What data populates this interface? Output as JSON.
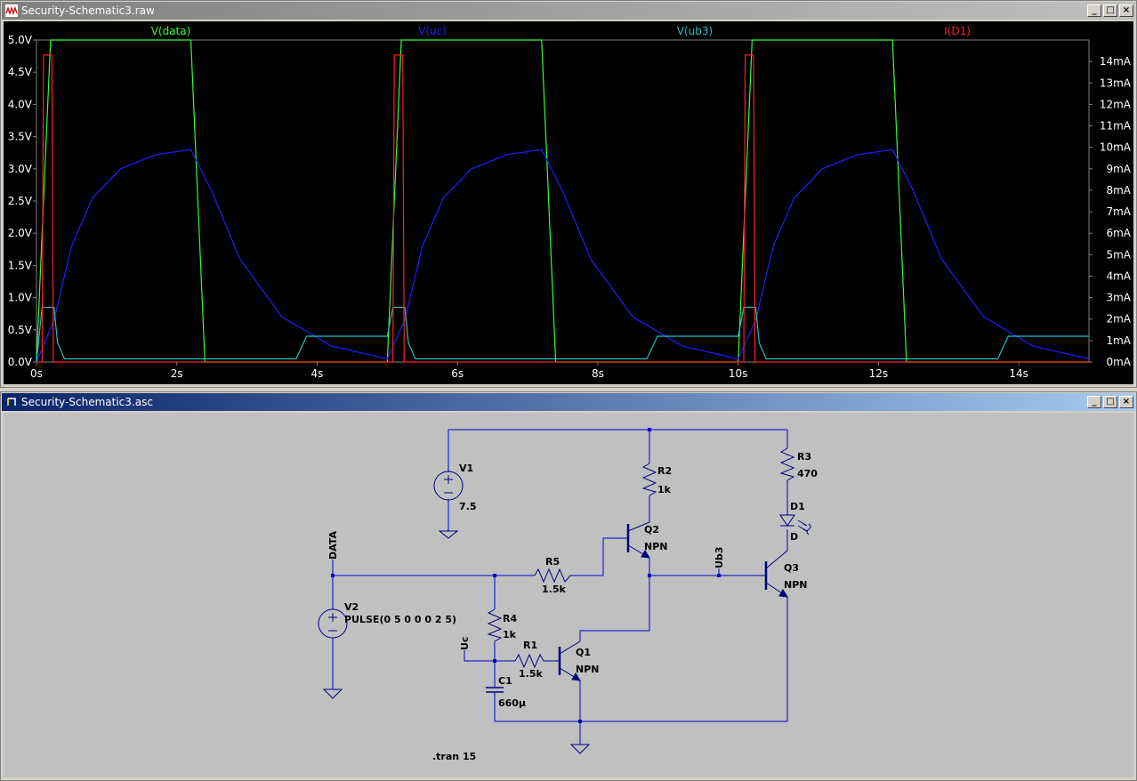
{
  "waveform_window": {
    "title": "Security-Schematic3.raw",
    "traces": [
      {
        "label": "V(data)",
        "color": "#33ff33"
      },
      {
        "label": "V(uc)",
        "color": "#2020ff"
      },
      {
        "label": "V(ub3)",
        "color": "#20c0c0"
      },
      {
        "label": "I(D1)",
        "color": "#ff2020"
      }
    ]
  },
  "schematic_window": {
    "title": "Security-Schematic3.asc",
    "components": {
      "v1": {
        "name": "V1",
        "value": "7.5"
      },
      "v2": {
        "name": "V2",
        "value": "PULSE(0 5 0 0 0 2 5)"
      },
      "r1": {
        "name": "R1",
        "value": "1.5k"
      },
      "r2": {
        "name": "R2",
        "value": "1k"
      },
      "r3": {
        "name": "R3",
        "value": "470"
      },
      "r4": {
        "name": "R4",
        "value": "1k"
      },
      "r5": {
        "name": "R5",
        "value": "1.5k"
      },
      "c1": {
        "name": "C1",
        "value": "660µ"
      },
      "d1": {
        "name": "D1",
        "value": "D"
      },
      "q1": {
        "name": "Q1",
        "value": "NPN"
      },
      "q2": {
        "name": "Q2",
        "value": "NPN"
      },
      "q3": {
        "name": "Q3",
        "value": "NPN"
      }
    },
    "net_labels": {
      "data": "DATA",
      "uc": "Uc",
      "ub3": "Ub3"
    },
    "directive": ".tran 15"
  },
  "window_buttons": {
    "minimize": "_",
    "maximize": "□",
    "close": "×"
  },
  "chart_data": {
    "type": "line",
    "x_unit": "s",
    "xlim": [
      0,
      15
    ],
    "ylim_left": [
      0,
      5.0
    ],
    "ylim_right": [
      0,
      15
    ],
    "x_ticks": [
      "0s",
      "2s",
      "4s",
      "6s",
      "8s",
      "10s",
      "12s",
      "14s"
    ],
    "y_left_ticks": [
      "0.0V",
      "0.5V",
      "1.0V",
      "1.5V",
      "2.0V",
      "2.5V",
      "3.0V",
      "3.5V",
      "4.0V",
      "4.5V",
      "5.0V"
    ],
    "y_right_ticks": [
      "0mA",
      "1mA",
      "2mA",
      "3mA",
      "4mA",
      "5mA",
      "6mA",
      "7mA",
      "8mA",
      "9mA",
      "10mA",
      "11mA",
      "12mA",
      "13mA",
      "14mA"
    ],
    "grid": false,
    "series": [
      {
        "name": "V(data)",
        "axis": "left",
        "x": [
          0,
          0.2,
          2.2,
          2.4,
          5,
          5.2,
          7.2,
          7.4,
          10,
          10.2,
          12.2,
          12.4,
          15
        ],
        "y": [
          0,
          5,
          5,
          0,
          0,
          5,
          5,
          0,
          0,
          5,
          5,
          0,
          0
        ]
      },
      {
        "name": "V(uc)",
        "axis": "left",
        "x": [
          0,
          0.25,
          0.5,
          0.8,
          1.2,
          1.7,
          2.2,
          2.5,
          2.9,
          3.5,
          4.2,
          5.0,
          5.25,
          5.5,
          5.8,
          6.2,
          6.7,
          7.2,
          7.5,
          7.9,
          8.5,
          9.2,
          10.0,
          10.25,
          10.5,
          10.8,
          11.2,
          11.7,
          12.2,
          12.5,
          12.9,
          13.5,
          14.2,
          15.0
        ],
        "y": [
          0,
          0.65,
          1.8,
          2.55,
          3.0,
          3.22,
          3.3,
          2.65,
          1.6,
          0.7,
          0.25,
          0.05,
          0.65,
          1.8,
          2.55,
          3.0,
          3.22,
          3.3,
          2.65,
          1.6,
          0.7,
          0.25,
          0.05,
          0.65,
          1.8,
          2.55,
          3.0,
          3.22,
          3.3,
          2.65,
          1.6,
          0.7,
          0.25,
          0.05
        ]
      },
      {
        "name": "V(ub3)",
        "axis": "left",
        "x": [
          0,
          0.08,
          0.25,
          0.3,
          0.4,
          3.7,
          3.85,
          5.0,
          5.08,
          5.25,
          5.3,
          5.4,
          8.7,
          8.85,
          10.0,
          10.08,
          10.25,
          10.3,
          10.4,
          13.7,
          13.85,
          15.0
        ],
        "y": [
          0,
          0.85,
          0.85,
          0.3,
          0.05,
          0.05,
          0.4,
          0.4,
          0.85,
          0.85,
          0.3,
          0.05,
          0.05,
          0.4,
          0.4,
          0.85,
          0.85,
          0.3,
          0.05,
          0.05,
          0.4,
          0.4
        ]
      },
      {
        "name": "I(D1)",
        "axis": "right",
        "x": [
          0,
          0.08,
          0.1,
          0.22,
          0.24,
          5.0,
          5.08,
          5.1,
          5.22,
          5.24,
          10.0,
          10.08,
          10.1,
          10.22,
          10.24,
          15.0
        ],
        "y": [
          0,
          0,
          14.3,
          14.3,
          0,
          0,
          0,
          14.3,
          14.3,
          0,
          0,
          0,
          14.3,
          14.3,
          0,
          0
        ]
      }
    ]
  }
}
